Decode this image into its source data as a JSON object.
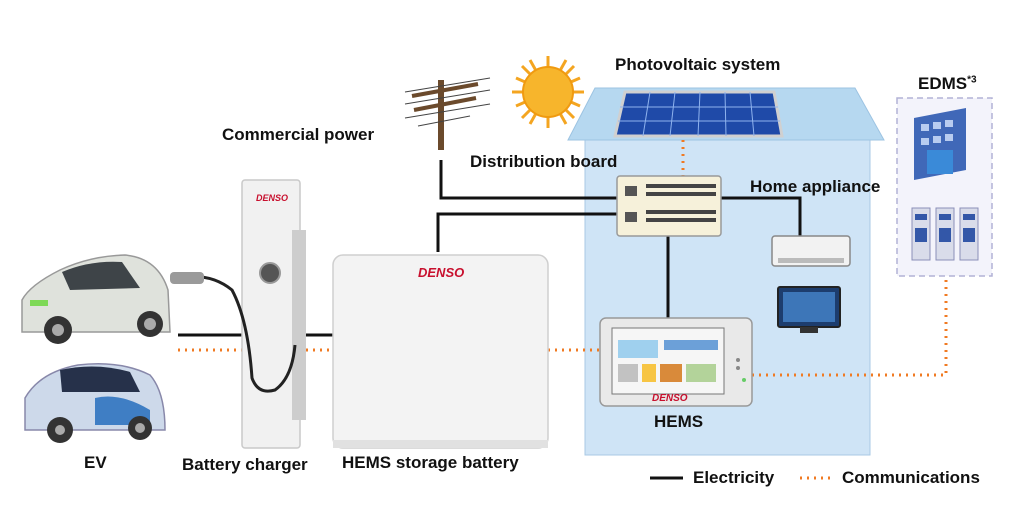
{
  "labels": {
    "photovoltaic": "Photovoltaic system",
    "edms": "EDMS",
    "edms_sup": "*3",
    "commercial_power": "Commercial power",
    "distribution_board": "Distribution board",
    "home_appliance": "Home appliance",
    "ev": "EV",
    "battery_charger": "Battery charger",
    "storage_battery": "HEMS storage battery",
    "hems": "HEMS"
  },
  "brand": {
    "charger": "DENSO",
    "battery": "DENSO",
    "hems": "DENSO"
  },
  "legend": {
    "electricity": "Electricity",
    "communications": "Communications"
  },
  "colors": {
    "house": "#cfe4f6",
    "roof": "#b6d8f0",
    "electric_line": "#111111",
    "comm_line": "#f07a22",
    "brand": "#c8102e",
    "sun": "#f7b52c"
  }
}
